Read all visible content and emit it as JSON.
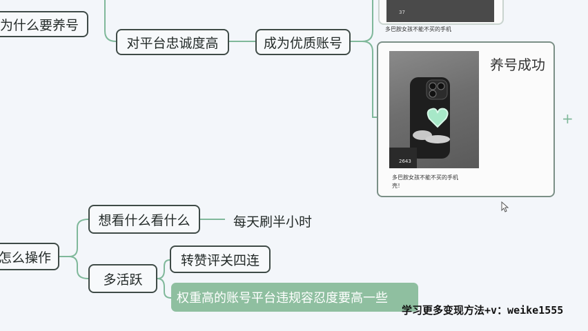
{
  "mindmap": {
    "why_node": "为什么要养号",
    "loyalty_node": "对平台忠诚度高",
    "quality_node": "成为优质账号",
    "how_node": "怎么操作",
    "watch_node": "想看什么看什么",
    "daily_node": "每天刷半小时",
    "active_node": "多活跃",
    "four_node": "转赞评关四连",
    "weight_node": "权重高的账号平台违规容忍度要高一些"
  },
  "top_card": {
    "caption": "多巴胺女孩不能不买的手机",
    "views": "37"
  },
  "main_card": {
    "title": "养号成功",
    "caption_line1": "多巴胺女孩不能不买的手机",
    "caption_line2": "壳！",
    "views": "2643"
  },
  "watermark": "学习更多变现方法+v：weike1555",
  "colors": {
    "line": "#7fb89a",
    "border": "#3e4a46",
    "highlight": "#8fbfa0"
  }
}
